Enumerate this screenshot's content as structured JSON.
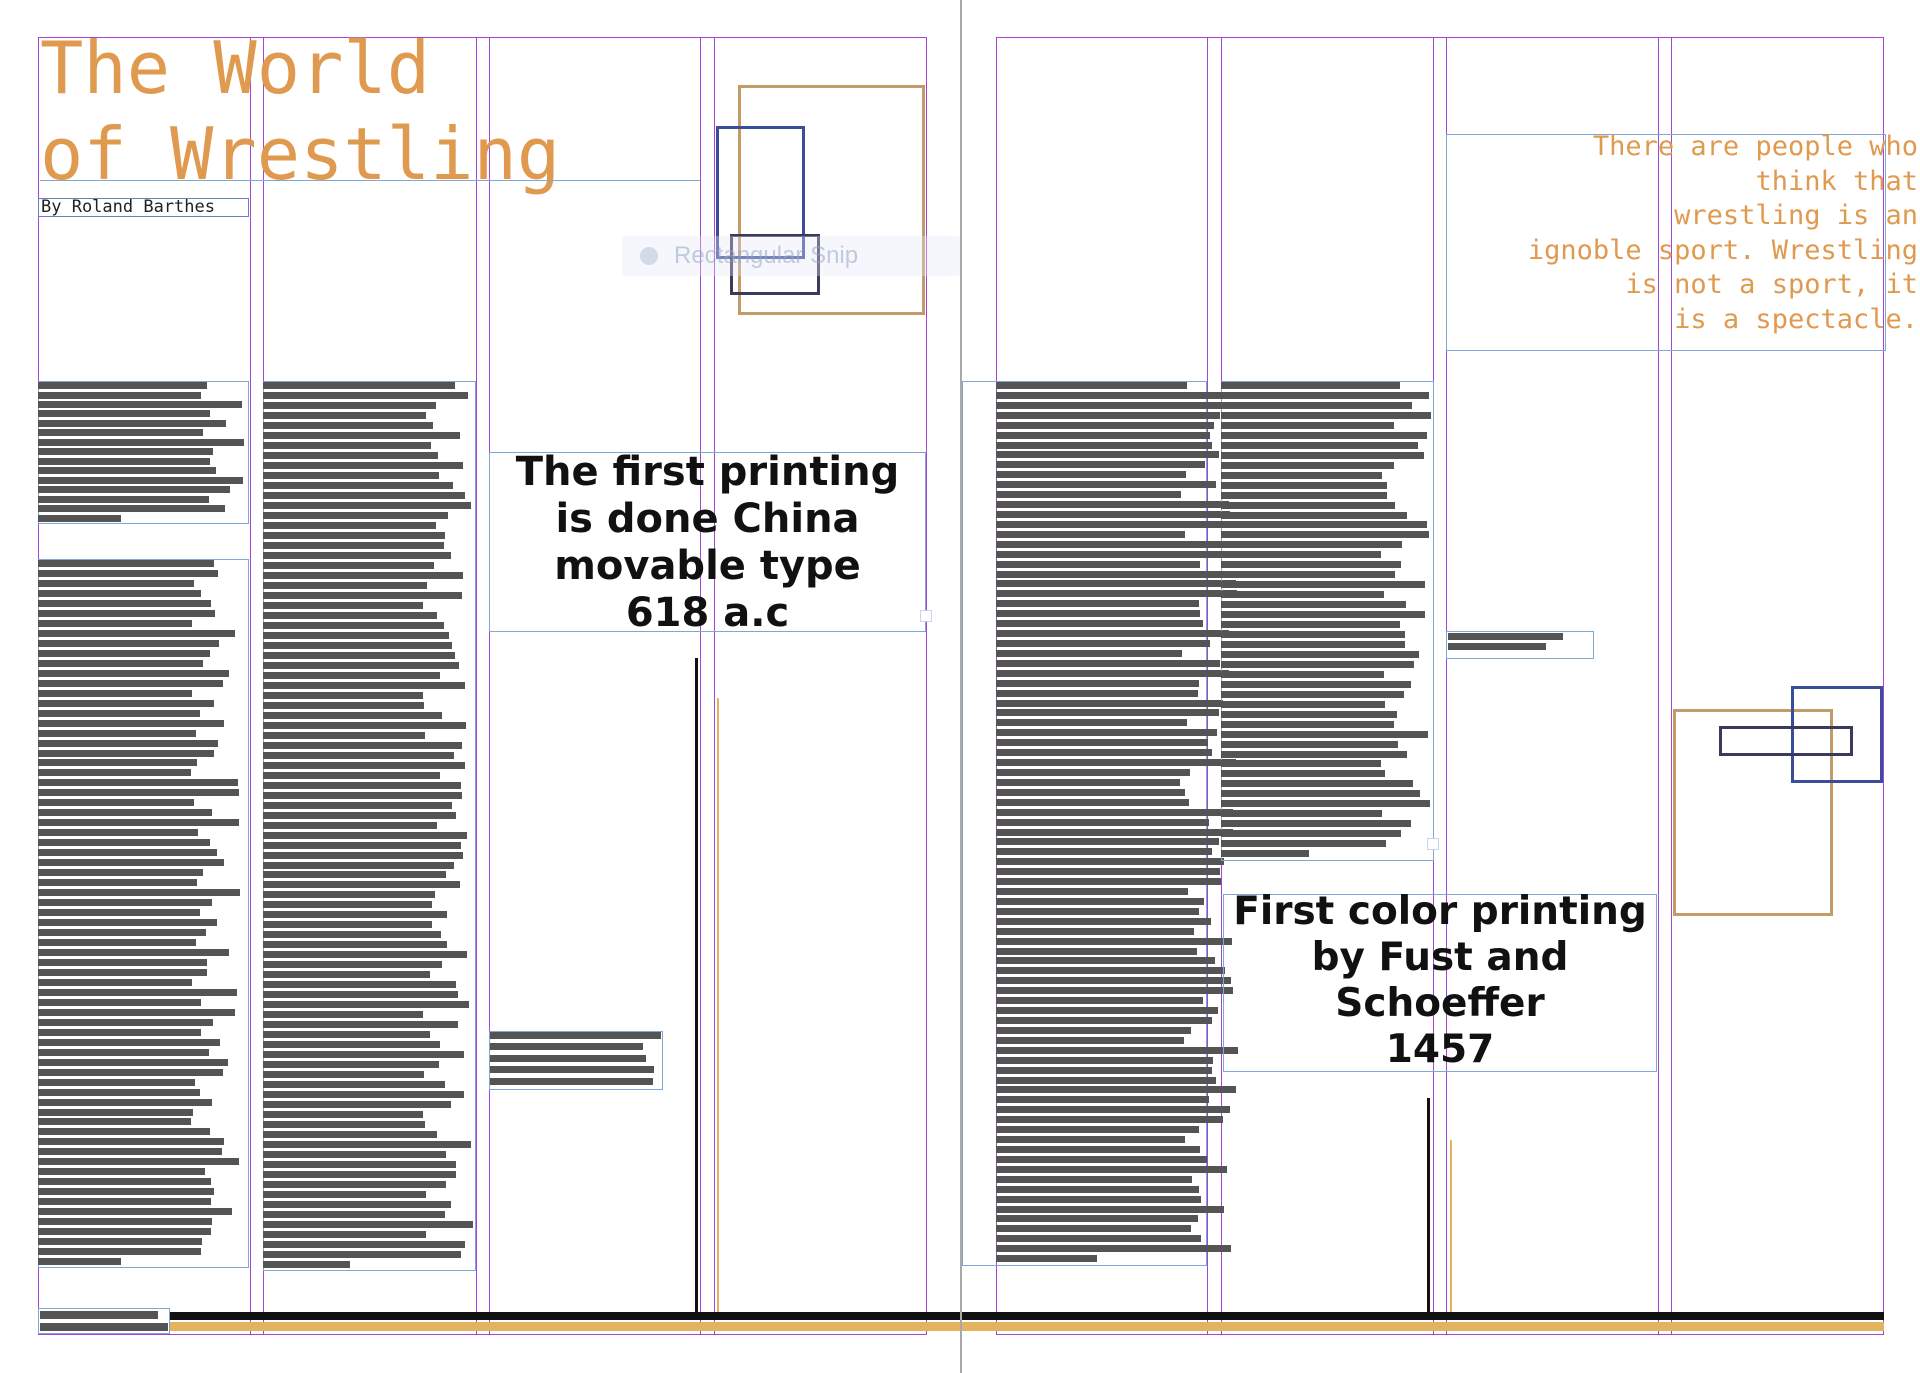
{
  "spread": {
    "left_page": {
      "title_lines": [
        "The World",
        "of Wrestling"
      ],
      "byline": "By Roland Barthes",
      "headline_lines": [
        "The first printing",
        "is done China",
        "movable type",
        "618 a.c"
      ],
      "ghost_label": "Rectangular Snip"
    },
    "right_page": {
      "quote_lines": [
        "There are people who",
        "think that",
        "wrestling is an",
        "ignoble sport. Wrestling",
        "is not a sport, it",
        "is a spectacle."
      ],
      "headline_lines": [
        "First color printing",
        "by Fust and",
        "Schoeffer",
        "1457"
      ]
    }
  },
  "colors": {
    "accent_orange": "#e09a50",
    "column_guide_purple": "#a545d6",
    "frame_blue": "#7fa7d6",
    "greeked_text_gray": "#545454",
    "box_navy": "#3b4d9a",
    "box_dark": "#3a3a5a",
    "timeline_black": "#111111",
    "timeline_gold": "#e3b35f"
  }
}
